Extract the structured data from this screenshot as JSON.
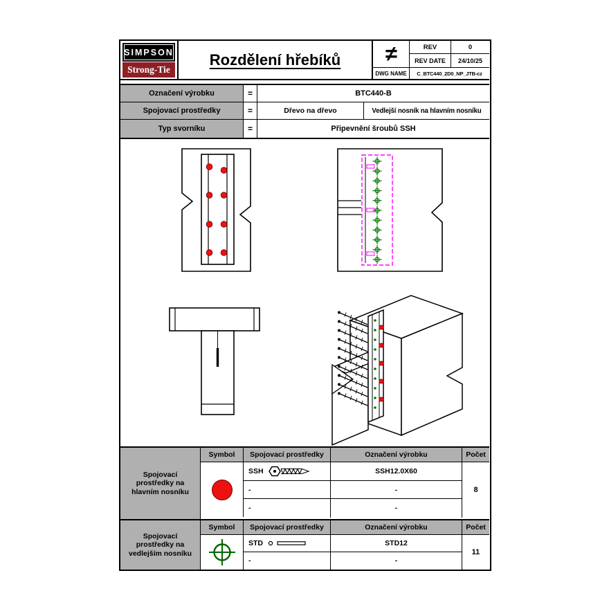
{
  "header": {
    "logo_top": "SIMPSON",
    "logo_bottom": "Strong-Tie",
    "title": "Rozdělení hřebíků",
    "neq": "≠",
    "rev_label": "REV",
    "rev_value": "0",
    "rev_date_label": "REV DATE",
    "rev_date_value": "24/10/25",
    "dwg_label": "DWG NAME",
    "dwg_value": "C_BTC440_2D0_NP_JTB-cz"
  },
  "info": {
    "rows": [
      {
        "label": "Označení výrobku",
        "eq": "=",
        "values": [
          "BTC440-B"
        ]
      },
      {
        "label": "Spojovací prostředky",
        "eq": "=",
        "values": [
          "Dřevo na dřevo",
          "Vedlejší nosník na hlavním nosníku"
        ]
      },
      {
        "label": "Typ svorníku",
        "eq": "=",
        "values": [
          "Připevnění šroubů SSH"
        ]
      }
    ]
  },
  "tables": [
    {
      "group_label": "Spojovací prostředky na hlavním nosníku",
      "headers": [
        "Symbol",
        "Spojovací prostředky",
        "Označení výrobku",
        "Počet"
      ],
      "symbol": "red-filled-circle",
      "rows": [
        {
          "name": "SSH",
          "product": "SSH12.0X60"
        },
        {
          "name": "-",
          "product": "-"
        },
        {
          "name": "-",
          "product": "-"
        }
      ],
      "count": "8"
    },
    {
      "group_label": "Spojovací prostředky na vedlejším nosníku",
      "headers": [
        "Symbol",
        "Spojovací prostředky",
        "Označení výrobku",
        "Počet"
      ],
      "symbol": "green-crosshair-circle",
      "rows": [
        {
          "name": "STD",
          "product": "STD12"
        },
        {
          "name": "-",
          "product": "-"
        }
      ],
      "count": "11"
    }
  ],
  "drawing": {
    "front_view_ssh_dot_count": 8,
    "side_view_std_marker_count": 11
  },
  "colors": {
    "brand_red": "#8e1f24",
    "marker_red": "#ee1111",
    "marker_green": "#007700",
    "outline_magenta": "#ff00ff",
    "table_gray": "#b0b0b0"
  }
}
